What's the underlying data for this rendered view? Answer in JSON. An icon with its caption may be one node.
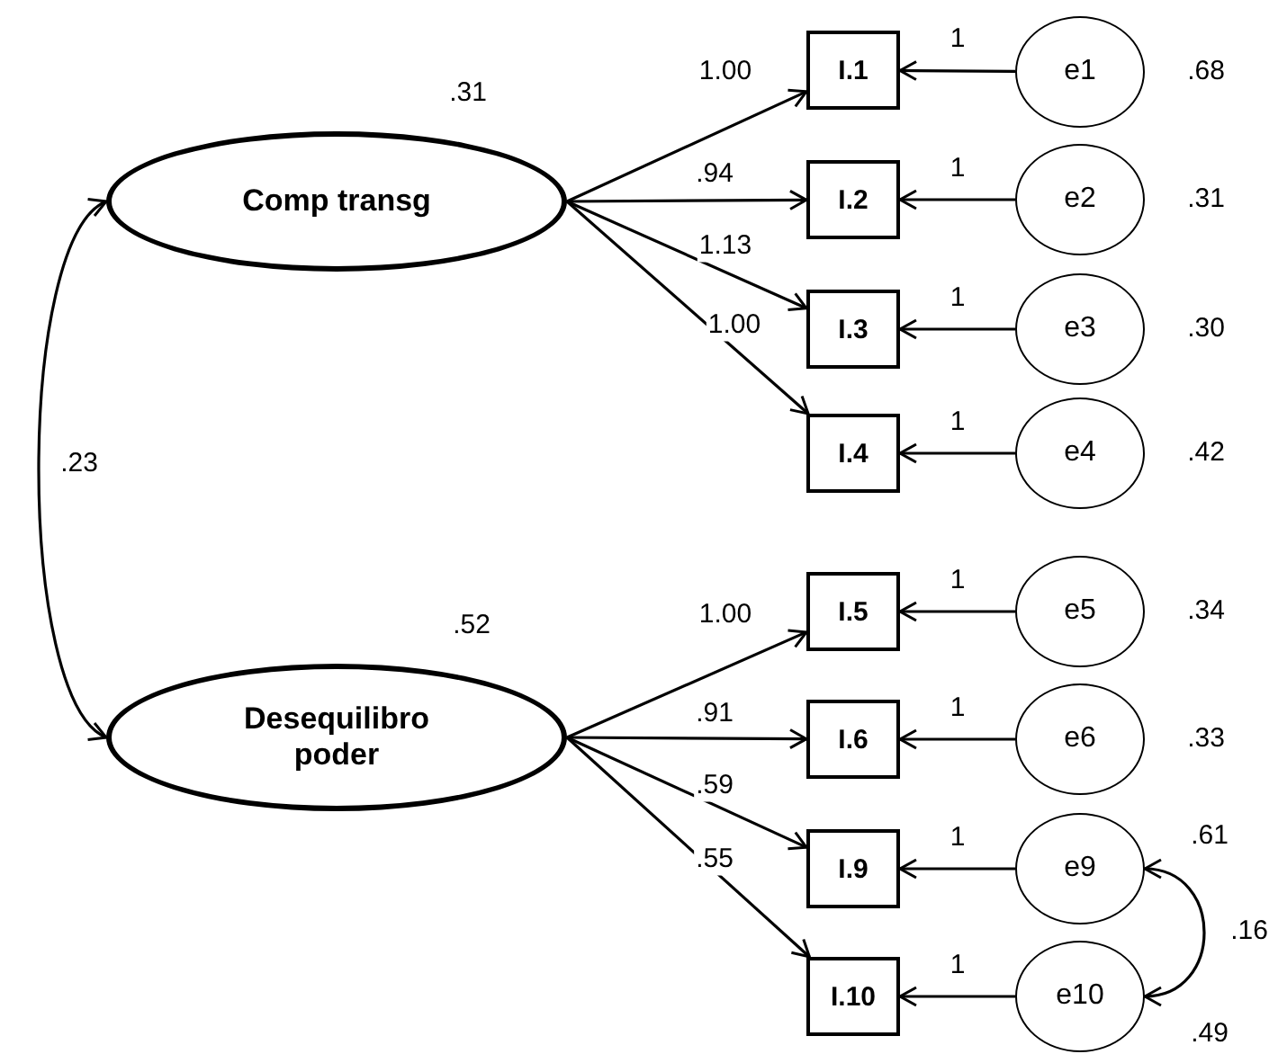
{
  "diagram": {
    "nodes": [
      {
        "text": [
          "Comp transg"
        ],
        "beside": [
          ".31"
        ]
      },
      {
        "text": [
          "Desequilibro poder"
        ],
        "beside": [
          ".52"
        ]
      },
      {
        "text": [
          "I.1"
        ]
      },
      {
        "text": [
          "I.2"
        ]
      },
      {
        "text": [
          "I.3"
        ]
      },
      {
        "text": [
          "I.4"
        ]
      },
      {
        "text": [
          "I.5"
        ]
      },
      {
        "text": [
          "I.6"
        ]
      },
      {
        "text": [
          "I.9"
        ]
      },
      {
        "text": [
          "I.10"
        ]
      },
      {
        "text": [
          "e1"
        ],
        "beside": [
          ".68"
        ]
      },
      {
        "text": [
          "e2"
        ],
        "beside": [
          ".31"
        ]
      },
      {
        "text": [
          "e3"
        ],
        "beside": [
          ".30"
        ]
      },
      {
        "text": [
          "e4"
        ],
        "beside": [
          ".42"
        ]
      },
      {
        "text": [
          "e5"
        ],
        "beside": [
          ".34"
        ]
      },
      {
        "text": [
          "e6"
        ],
        "beside": [
          ".33"
        ]
      },
      {
        "text": [
          "e9"
        ],
        "beside": [
          ".61"
        ]
      },
      {
        "text": [
          "e10"
        ],
        "beside": [
          ".49"
        ]
      }
    ],
    "edges": [
      {
        "from": 0,
        "to": 2,
        "arrow": "to",
        "label": "1.00"
      },
      {
        "from": 0,
        "to": 3,
        "arrow": "to",
        "label": ".94"
      },
      {
        "from": 0,
        "to": 4,
        "arrow": "to",
        "label": "1.13"
      },
      {
        "from": 0,
        "to": 5,
        "arrow": "to",
        "label": "1.00"
      },
      {
        "from": 1,
        "to": 6,
        "arrow": "to",
        "label": "1.00"
      },
      {
        "from": 1,
        "to": 7,
        "arrow": "to",
        "label": ".91"
      },
      {
        "from": 1,
        "to": 8,
        "arrow": "to",
        "label": ".59"
      },
      {
        "from": 1,
        "to": 9,
        "arrow": "to",
        "label": ".55"
      },
      {
        "from": 10,
        "to": 2,
        "arrow": "to",
        "label": "1"
      },
      {
        "from": 11,
        "to": 3,
        "arrow": "to",
        "label": "1"
      },
      {
        "from": 12,
        "to": 4,
        "arrow": "to",
        "label": "1"
      },
      {
        "from": 13,
        "to": 5,
        "arrow": "to",
        "label": "1"
      },
      {
        "from": 14,
        "to": 6,
        "arrow": "to",
        "label": "1"
      },
      {
        "from": 15,
        "to": 7,
        "arrow": "to",
        "label": "1"
      },
      {
        "from": 16,
        "to": 8,
        "arrow": "to",
        "label": "1"
      },
      {
        "from": 17,
        "to": 9,
        "arrow": "to",
        "label": "1"
      },
      {
        "from": 0,
        "to": 1,
        "arrow": "both",
        "label": ".23"
      },
      {
        "from": 16,
        "to": 17,
        "arrow": "both",
        "label": ".16"
      }
    ]
  }
}
